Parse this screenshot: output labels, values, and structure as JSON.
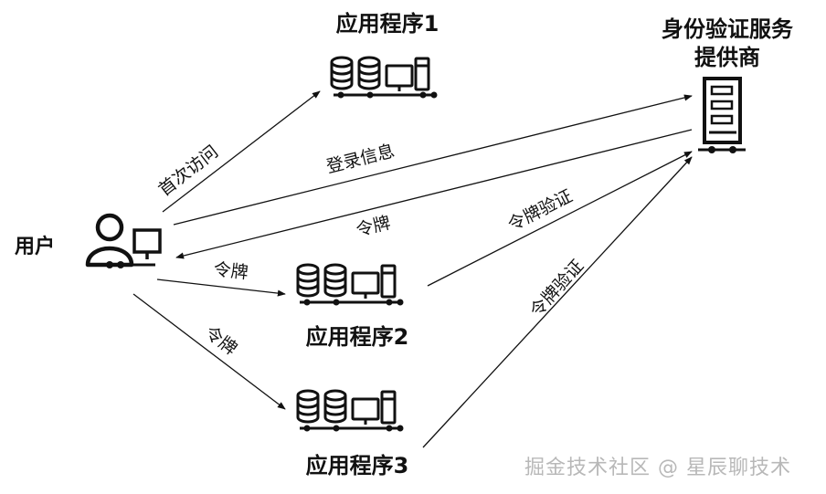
{
  "nodes": {
    "user": {
      "label": "用户"
    },
    "app1": {
      "label": "应用程序1"
    },
    "app2": {
      "label": "应用程序2"
    },
    "app3": {
      "label": "应用程序3"
    },
    "auth": {
      "label_line1": "身份验证服务",
      "label_line2": "提供商"
    }
  },
  "edges": {
    "first_visit": "首次访问",
    "login_info": "登录信息",
    "token_to_user": "令牌",
    "token_to_app2": "令牌",
    "token_to_app3": "令牌",
    "verify_app2": "令牌验证",
    "verify_app3": "令牌验证"
  },
  "watermark": "掘金技术社区 @ 星辰聊技术"
}
